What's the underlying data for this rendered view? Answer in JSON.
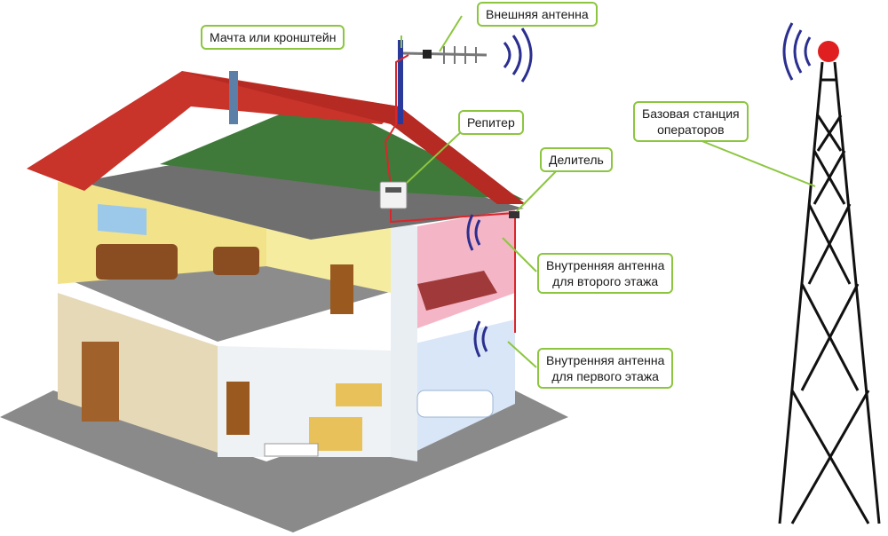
{
  "labels": {
    "mast": "Мачта или кронштейн",
    "outdoor_antenna": "Внешняя антенна",
    "repeater": "Репитер",
    "splitter": "Делитель",
    "base_station": {
      "line1": "Базовая станция",
      "line2": "операторов"
    },
    "antenna_floor2": {
      "line1": "Внутренняя антенна",
      "line2": "для второго этажа"
    },
    "antenna_floor1": {
      "line1": "Внутренняя антенна",
      "line2": "для первого этажа"
    }
  },
  "colors": {
    "label_border": "#8cc63f",
    "connector": "#8cc63f",
    "roof": "#c8332a",
    "roof_inner": "#3f7a3a",
    "cable": "#d9262b",
    "signal_waves": "#2b2f8f",
    "mast": "#2b3a9a",
    "tower": "#111111",
    "tower_top": "#e02020",
    "wall_yellow": "#f2e38a",
    "wall_pink": "#f4b6c6",
    "wall_blue": "#d9e6f7",
    "floor_gray": "#7d7d7d",
    "stone_wall": "#e6d9b8"
  },
  "icons": [
    "house-illustration",
    "cell-tower-icon",
    "signal-waves-icon",
    "repeater-icon",
    "splitter-icon",
    "yagi-antenna-icon"
  ]
}
